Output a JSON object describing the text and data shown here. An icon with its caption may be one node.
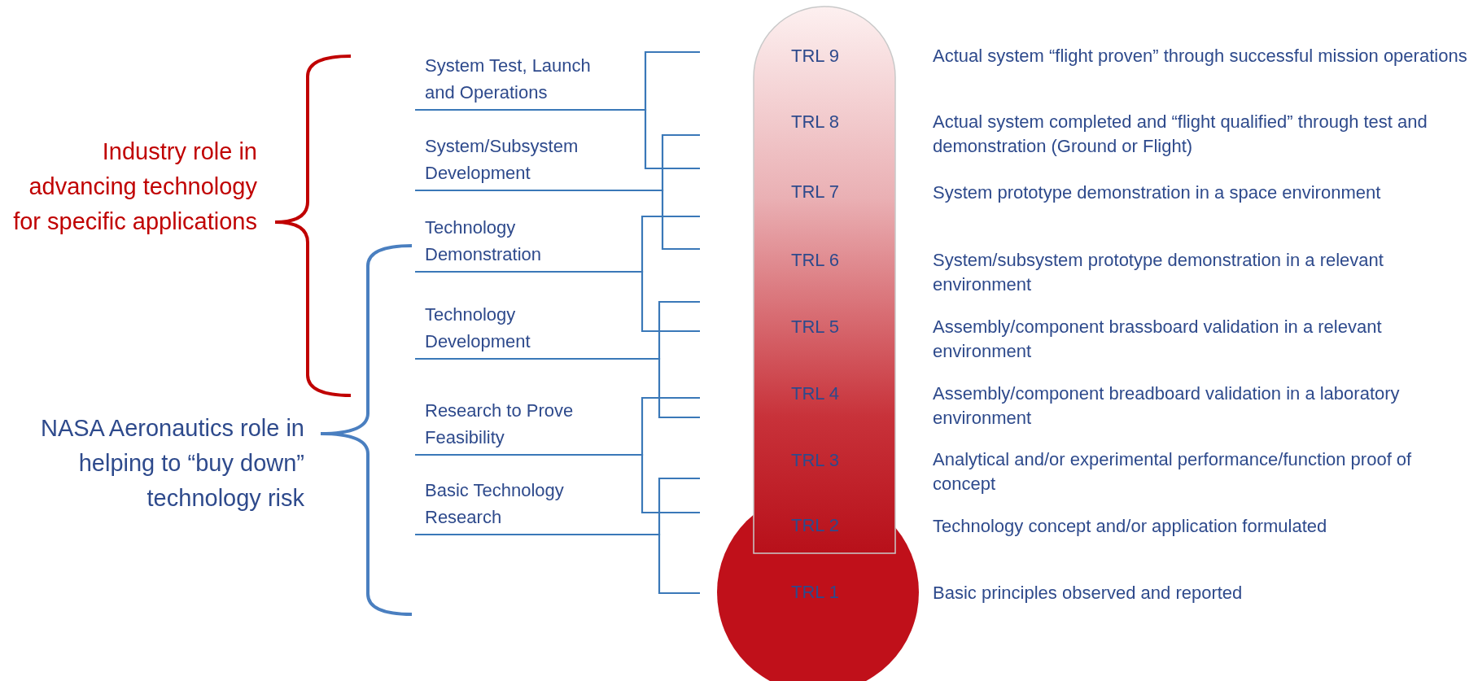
{
  "diagram": {
    "nodes": [
      {
        "text": [
          "System Test, Launch and Operations"
        ]
      },
      {
        "text": [
          "System/Subsystem Development"
        ]
      },
      {
        "text": [
          "Technology Demonstration"
        ]
      },
      {
        "text": [
          "Technology Development"
        ]
      },
      {
        "text": [
          "Research to Prove Feasibility"
        ]
      },
      {
        "text": [
          "Basic Technology Research"
        ]
      },
      {
        "text": [
          "TRL 9"
        ]
      },
      {
        "text": [
          "TRL 8"
        ]
      },
      {
        "text": [
          "TRL 7"
        ]
      },
      {
        "text": [
          "TRL 6"
        ]
      },
      {
        "text": [
          "TRL 5"
        ]
      },
      {
        "text": [
          "TRL 4"
        ]
      },
      {
        "text": [
          "TRL 3"
        ]
      },
      {
        "text": [
          "TRL 2"
        ]
      },
      {
        "text": [
          "TRL 1"
        ]
      }
    ],
    "edges": [
      {
        "from": 0,
        "to": 6,
        "arrow": "none"
      },
      {
        "from": 0,
        "to": 8,
        "arrow": "none"
      },
      {
        "from": 1,
        "to": 7,
        "arrow": "none"
      },
      {
        "from": 1,
        "to": 9,
        "arrow": "none"
      },
      {
        "from": 2,
        "to": 8,
        "arrow": "none"
      },
      {
        "from": 2,
        "to": 10,
        "arrow": "none"
      },
      {
        "from": 3,
        "to": 10,
        "arrow": "none"
      },
      {
        "from": 3,
        "to": 11,
        "arrow": "none"
      },
      {
        "from": 4,
        "to": 11,
        "arrow": "none"
      },
      {
        "from": 4,
        "to": 13,
        "arrow": "none"
      },
      {
        "from": 5,
        "to": 12,
        "arrow": "none"
      },
      {
        "from": 5,
        "to": 14,
        "arrow": "none"
      }
    ],
    "labels": [
      "Industry role in advancing technology for specific applications",
      "NASA Aeronautics role in helping to “buy down” technology risk",
      "Actual system “flight proven” through successful mission operations",
      "Actual system completed and “flight qualified” through test and demonstration (Ground or Flight)",
      "System prototype demonstration in a space environment",
      "System/subsystem prototype demonstration in a relevant environment",
      "Assembly/component brassboard validation in a relevant environment",
      "Assembly/component breadboard validation in a laboratory environment",
      "Analytical and/or experimental performance/function proof of concept",
      "Technology concept and/or application formulated",
      "Basic principles observed and reported"
    ]
  }
}
